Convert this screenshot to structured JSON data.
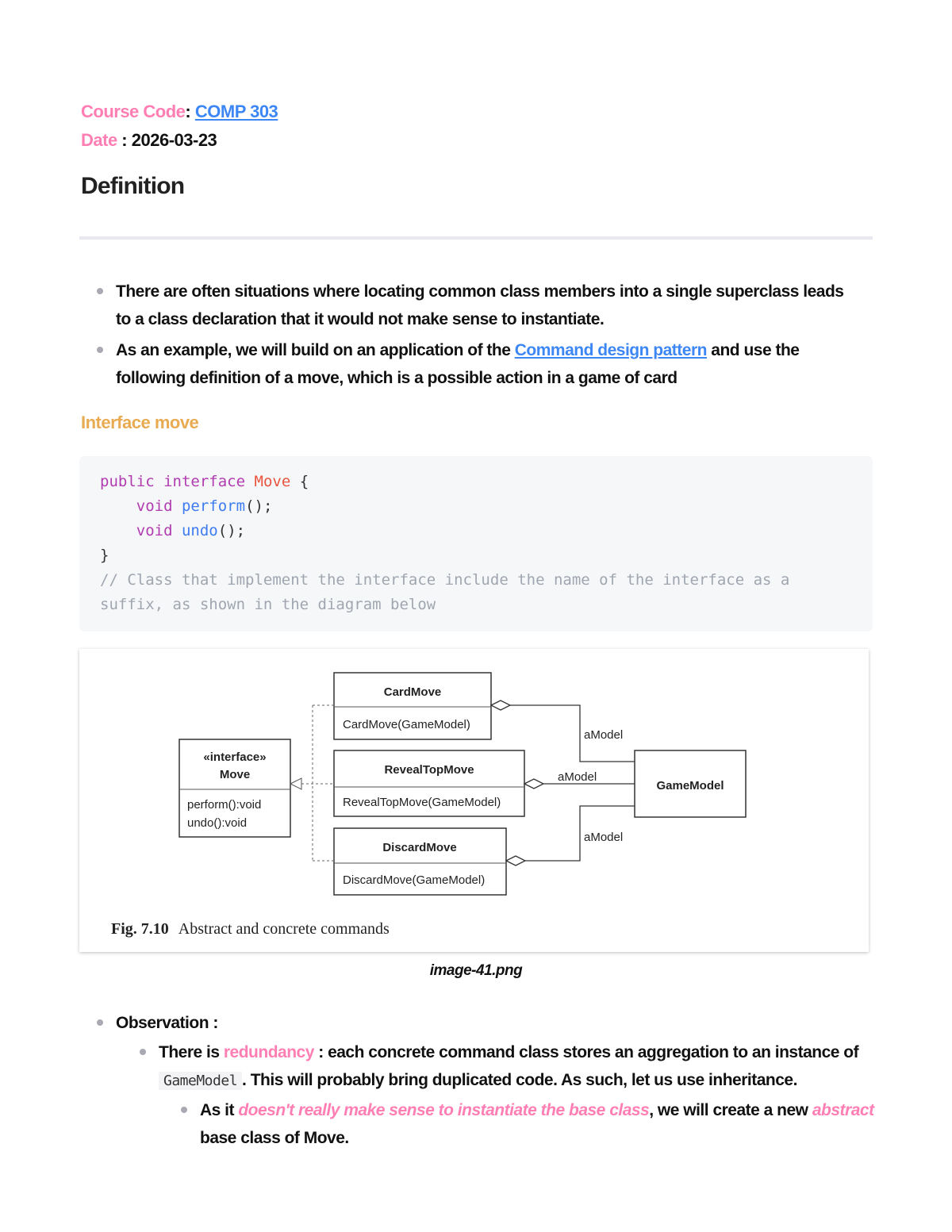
{
  "meta": {
    "course_label": "Course Code",
    "course_value": "COMP 303",
    "date_label": "Date",
    "date_value": "2026-03-23"
  },
  "heading": "Definition",
  "bullets": [
    "There are often situations where locating common class members into a single superclass leads to a class declaration that it would not make sense to instantiate.",
    {
      "before": "As an example, we will build on an application of the ",
      "link": "Command design pattern",
      "after": " and use the following definition of a move, which is a possible action in a game of card"
    }
  ],
  "subheading": "Interface move",
  "code": {
    "line1": [
      "public",
      "interface",
      "Move",
      "{"
    ],
    "line2": [
      "void",
      "perform",
      "();"
    ],
    "line3": [
      "void",
      "undo",
      "();"
    ],
    "line4": "}",
    "comment": "// Class that implement the interface include the name of the interface as a suffix, as shown in the diagram below"
  },
  "diagram": {
    "interface_stereotype": "«interface»",
    "interface_name": "Move",
    "interface_methods": [
      "perform():void",
      "undo():void"
    ],
    "classes": [
      {
        "name": "CardMove",
        "ctor": "CardMove(GameModel)"
      },
      {
        "name": "RevealTopMove",
        "ctor": "RevealTopMove(GameModel)"
      },
      {
        "name": "DiscardMove",
        "ctor": "DiscardMove(GameModel)"
      }
    ],
    "model": "GameModel",
    "role": "aModel",
    "caption_num": "Fig. 7.10",
    "caption_text": "Abstract and concrete commands"
  },
  "image_caption": "image-41.png",
  "observation": {
    "title": "Observation :",
    "p1_a": "There is ",
    "p1_hl": "redundancy",
    "p1_b": " : each concrete command class stores an aggregation to an instance of ",
    "p1_code": "GameModel",
    "p1_c": ". This will probably bring duplicated code. As such, let us use inheritance.",
    "p2_a": "As it ",
    "p2_hl": "doesn't really make sense to instantiate the base class",
    "p2_b": ", we will create a new ",
    "p2_hl2": "abstract",
    "p2_c": " base class of Move."
  }
}
